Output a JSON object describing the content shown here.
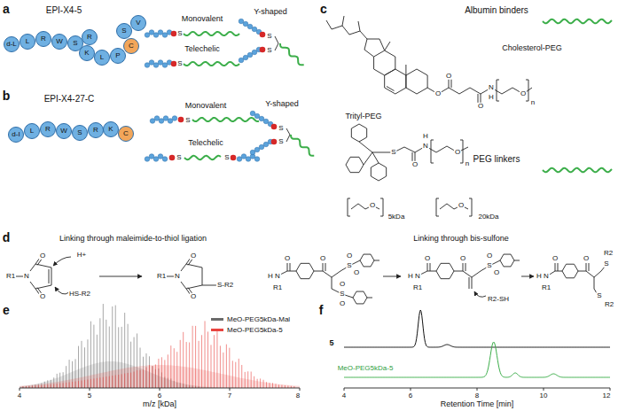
{
  "diagram": {
    "nodes": [
      {
        "text": [
          "d-L"
        ]
      },
      {
        "text": [
          "L"
        ]
      },
      {
        "text": [
          "R"
        ]
      },
      {
        "text": [
          "W"
        ]
      },
      {
        "text": [
          "S"
        ]
      },
      {
        "text": [
          "R"
        ]
      },
      {
        "text": [
          "K"
        ]
      },
      {
        "text": [
          "L"
        ]
      },
      {
        "text": [
          "P"
        ]
      },
      {
        "text": [
          "C"
        ]
      },
      {
        "text": [
          "S"
        ]
      },
      {
        "text": [
          "V"
        ]
      },
      {
        "text": [
          "d-I"
        ]
      },
      {
        "text": [
          "L"
        ]
      },
      {
        "text": [
          "R"
        ]
      },
      {
        "text": [
          "W"
        ]
      },
      {
        "text": [
          "S"
        ]
      },
      {
        "text": [
          "R"
        ]
      },
      {
        "text": [
          "K"
        ]
      },
      {
        "text": [
          "C"
        ]
      }
    ],
    "labels": [
      "a",
      "EPI-X4-5",
      "Monovalent",
      "S",
      "Telechelic",
      "S",
      "Y-shaped",
      "S",
      "S",
      "b",
      "EPI-X4-27-C",
      "Monovalent",
      "S",
      "Telechelic",
      "S",
      "S",
      "Y-shaped",
      "S",
      "S",
      "c",
      "Albumin binders",
      "Cholesterol-PEG",
      "Trityl-PEG",
      "PEG linkers",
      "O",
      "O",
      "O",
      "N",
      "H",
      "O",
      "n",
      "S",
      "O",
      "N",
      "H",
      "O",
      "n",
      "O",
      "5kDa",
      "O",
      "20kDa",
      "d",
      "Linking through maleimide-to-thiol ligation",
      "Linking through bis-sulfone",
      "R1",
      "N",
      "O",
      "O",
      "H+",
      "HS-R2",
      "R1",
      "N",
      "O",
      "O",
      "S-R2",
      "H",
      "N",
      "R1",
      "O",
      "O",
      "S",
      "O",
      "O",
      "S",
      "O",
      "O",
      "H",
      "N",
      "R1",
      "O",
      "O",
      "S",
      "O",
      "O",
      "R2-SH",
      "H",
      "N",
      "R1",
      "O",
      "O",
      "S",
      "R2",
      "S",
      "R2",
      "e",
      "4",
      "5",
      "6",
      "7",
      "8",
      "m/z [kDa]",
      "f",
      "5",
      "MeO-PEG5kDa-5",
      "4",
      "6",
      "8",
      "10",
      "12",
      "Retention Time [min]"
    ],
    "legend": [
      {
        "text": "MeO-PEG5kDa-Mal",
        "color": "#6b6b6b"
      },
      {
        "text": "MeO-PEG5kDa-5",
        "color": "#e8433f"
      }
    ]
  }
}
